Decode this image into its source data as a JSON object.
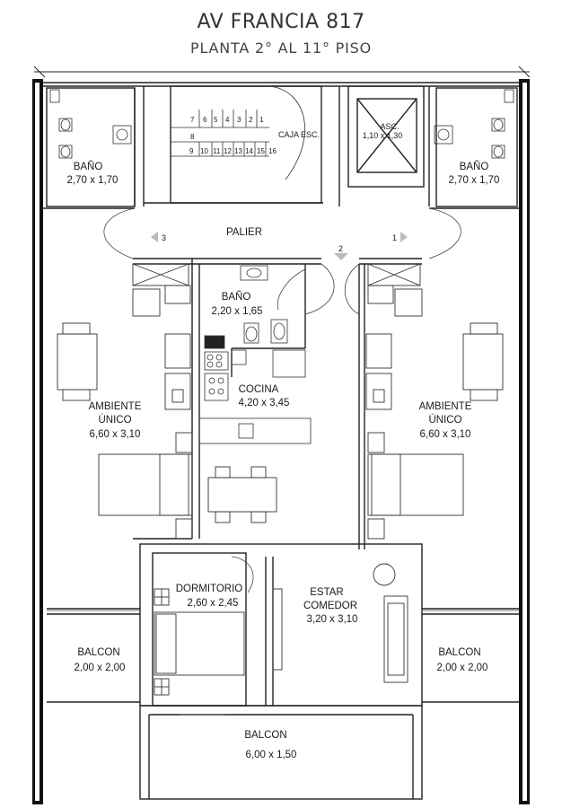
{
  "header": {
    "title": "AV FRANCIA 817",
    "subtitle": "PLANTA 2° AL 11° PISO"
  },
  "stairs": {
    "label": "CAJA ESC.",
    "steps_top": [
      "7",
      "6",
      "5",
      "4",
      "3",
      "2",
      "1"
    ],
    "step_mid": "8",
    "steps_bottom": [
      "9",
      "10",
      "11",
      "12",
      "13",
      "14",
      "15",
      "16"
    ]
  },
  "rooms": {
    "bano_left": {
      "name": "BAÑO",
      "dims": "2,70 x 1,70"
    },
    "bano_right": {
      "name": "BAÑO",
      "dims": "2,70 x 1,70"
    },
    "ascensor": {
      "name": "ASC.",
      "dims": "1,10 x 1,30"
    },
    "palier": {
      "name": "PALIER"
    },
    "bano_center": {
      "name": "BAÑO",
      "dims": "2,20 x 1,65"
    },
    "cocina": {
      "name": "COCINA",
      "dims": "4,20 x 3,45"
    },
    "ambiente_left": {
      "line1": "AMBIENTE",
      "line2": "ÚNICO",
      "dims": "6,60 x 3,10"
    },
    "ambiente_right": {
      "line1": "AMBIENTE",
      "line2": "ÚNICO",
      "dims": "6,60 x 3,10"
    },
    "dormitorio": {
      "name": "DORMITORIO",
      "dims": "2,60 x 2,45"
    },
    "estar": {
      "line1": "ESTAR",
      "line2": "COMEDOR",
      "dims": "3,20 x 3,10"
    },
    "balcon_left": {
      "name": "BALCON",
      "dims": "2,00 x 2,00"
    },
    "balcon_right": {
      "name": "BALCON",
      "dims": "2,00 x 2,00"
    },
    "balcon_bottom": {
      "name": "BALCON",
      "dims": "6,00 x 1,50"
    }
  },
  "unit_markers": [
    "3",
    "2",
    "1"
  ]
}
